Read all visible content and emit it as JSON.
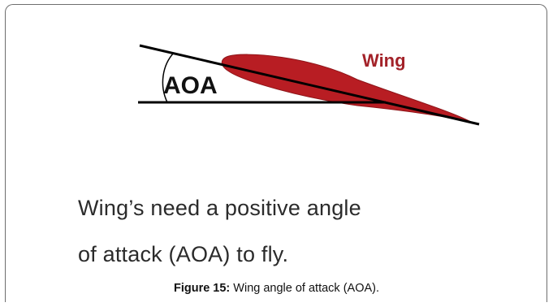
{
  "diagram": {
    "angle_label": "AOA",
    "wing_label": "Wing",
    "colors": {
      "wing_fill": "#b81d23",
      "wing_label": "#a32229",
      "lines": "#000000"
    }
  },
  "message": {
    "line1": "Wing’s need a positive angle",
    "line2": "of attack (AOA) to fly."
  },
  "caption": {
    "label": "Figure 15:",
    "text": " Wing angle of attack (AOA)."
  }
}
